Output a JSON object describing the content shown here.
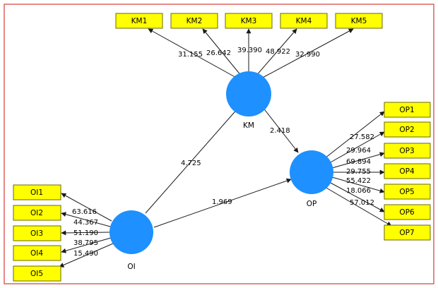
{
  "colors": {
    "latent_fill": "#1e90ff",
    "indicator_fill": "#ffff00",
    "frame_border": "#d63a3a",
    "edge": "#1a1a1a"
  },
  "latents": {
    "km": {
      "label": "KM"
    },
    "op": {
      "label": "OP"
    },
    "oi": {
      "label": "OI"
    }
  },
  "indicators": {
    "km": [
      "KM1",
      "KM2",
      "KM3",
      "KM4",
      "KM5"
    ],
    "op": [
      "OP1",
      "OP2",
      "OP3",
      "OP4",
      "OP5",
      "OP6",
      "OP7"
    ],
    "oi": [
      "OI1",
      "OI2",
      "OI3",
      "OI4",
      "OI5"
    ]
  },
  "outer_weights": {
    "km": [
      "31.155",
      "26.642",
      "39.390",
      "48.922",
      "32.990"
    ],
    "op": [
      "27.582",
      "29.964",
      "69.894",
      "29.755",
      "55.422",
      "18.066",
      "57.012"
    ],
    "oi": [
      "63.616",
      "44.367",
      "51.190",
      "38.795",
      "15.490"
    ]
  },
  "paths": {
    "oi_km": "4.725",
    "oi_op": "1.969",
    "km_op": "2.418"
  }
}
